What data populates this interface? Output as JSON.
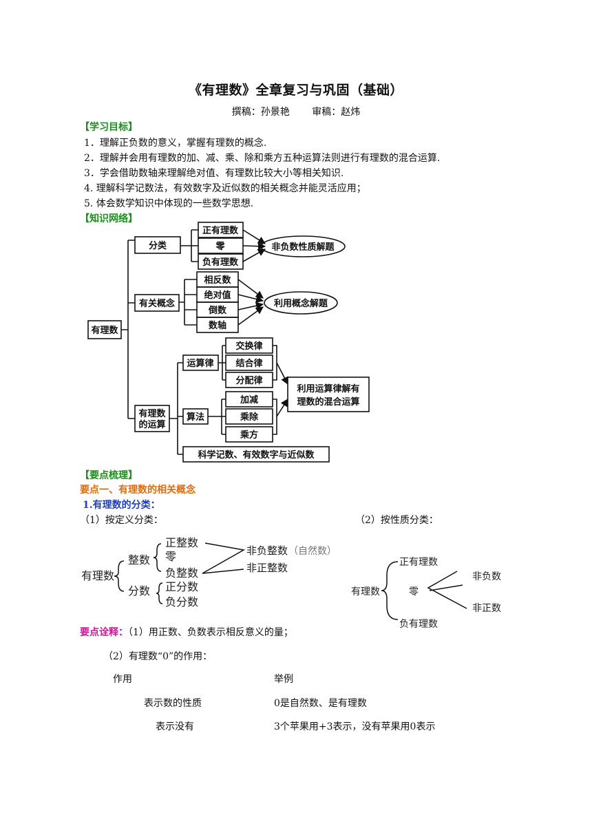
{
  "header": {
    "title": "《有理数》全章复习与巩固（基础）",
    "author": "撰稿：孙景艳",
    "reviewer": "审稿：赵炜"
  },
  "sections": {
    "goals_heading": "【学习目标】",
    "network_heading": "【知识网络】",
    "points_heading": "【要点梳理】"
  },
  "goals": [
    "1．理解正负数的意义，掌握有理数的概念.",
    "2．理解并会用有理数的加、减、乘、除和乘方五种运算法则进行有理数的混合运算.",
    "3．学会借助数轴来理解绝对值、有理数比较大小等相关知识.",
    "4.  理解科学记数法，有效数字及近似数的相关概念并能灵活应用；",
    "5.  体会数学知识中体现的一些数学思想."
  ],
  "network": {
    "root": "有理数",
    "classify": "分类",
    "classify_items": [
      "正有理数",
      "零",
      "负有理数"
    ],
    "classify_result": "非负数性质解题",
    "concepts": "有关概念",
    "concept_items": [
      "相反数",
      "绝对值",
      "倒数",
      "数轴"
    ],
    "concept_result": "利用概念解题",
    "operations_line1": "有理数",
    "operations_line2": "的运算",
    "laws": "运算律",
    "law_items": [
      "交换律",
      "结合律",
      "分配律"
    ],
    "methods": "算法",
    "method_items": [
      "加减",
      "乘除",
      "乘方"
    ],
    "ops_result_line1": "利用运算律解有",
    "ops_result_line2": "理数的混合运算",
    "sci": "科学记数、有效数字与近似数"
  },
  "point1": {
    "heading": "要点一、有理数的相关概念",
    "sub": "1.有理数的分类：",
    "by_def": "（1）按定义分类：",
    "by_prop": "（2）按性质分类："
  },
  "def_tree": {
    "root": "有理数",
    "integer": "整数",
    "fraction": "分数",
    "int_items": [
      "正整数",
      "零",
      "负整数"
    ],
    "frac_items": [
      "正分数",
      "负分数"
    ],
    "nonneg_int": "非负整数",
    "natural": "（自然数）",
    "nonpos_int": "非正整数"
  },
  "prop_tree": {
    "root": "有理数",
    "items": [
      "正有理数",
      "零",
      "负有理数"
    ],
    "nonneg": "非负数",
    "nonpos": "非正数"
  },
  "notes": {
    "label": "要点诠释：",
    "note1": "（1）用正数、负数表示相反意义的量；",
    "note2": "（2）有理数“0”的作用："
  },
  "zero_table": {
    "headers": [
      "作用",
      "举例"
    ],
    "rows": [
      [
        "表示数的性质",
        "0是自然数、是有理数"
      ],
      [
        "表示没有",
        "3个苹果用+3表示，没有苹果用0表示"
      ]
    ]
  }
}
